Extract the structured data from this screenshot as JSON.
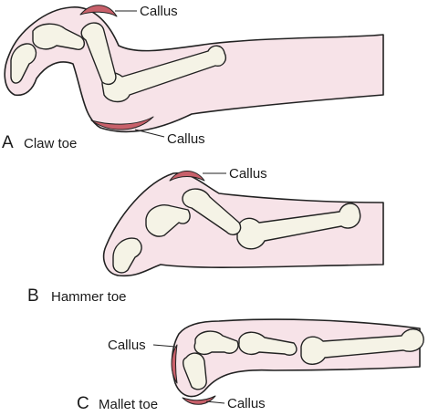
{
  "colors": {
    "skin": "#f7e3e8",
    "bone": "#f5f3e6",
    "callus": "#c8606a",
    "outline": "#222222"
  },
  "panels": [
    {
      "letter": "A",
      "name": "Claw toe",
      "callus_labels": [
        "Callus",
        "Callus"
      ]
    },
    {
      "letter": "B",
      "name": "Hammer toe",
      "callus_labels": [
        "Callus"
      ]
    },
    {
      "letter": "C",
      "name": "Mallet toe",
      "callus_labels": [
        "Callus",
        "Callus"
      ]
    }
  ]
}
